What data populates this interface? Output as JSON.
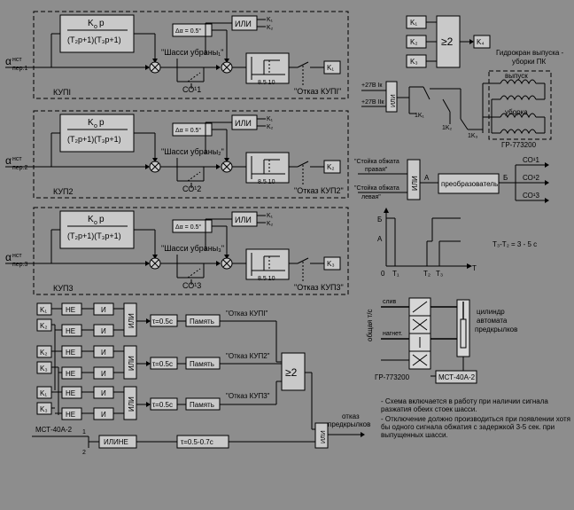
{
  "channels": [
    {
      "input": "α",
      "input_sub": "пер.1",
      "input_sup": "нст",
      "tf_num": "K",
      "tf_num_sub": "о",
      "tf_num_var": "p",
      "tf_den": "(T₂p+1)(T₃p+1)",
      "delta": "Δα = 0.5°",
      "or_label": "ИЛИ",
      "k1": "K₁",
      "k2": "K₂",
      "switch_label": "\"Шасси убраны₁\"",
      "so": "СО¹1",
      "ticks": "8.5  10",
      "fail_label": "\"Отказ КУПІ\"",
      "out_k": "K₁",
      "kup": "КУПІ",
      "or_in1": "K₁",
      "or_in2": "K₂"
    },
    {
      "input": "α",
      "input_sub": "пер.2",
      "input_sup": "нст",
      "tf_num": "K",
      "tf_num_sub": "о",
      "tf_num_var": "p",
      "tf_den": "(T₂p+1)(T₃p+1)",
      "delta": "Δα = 0.5°",
      "or_label": "ИЛИ",
      "k1": "K₁",
      "k2": "K₂",
      "switch_label": "\"Шасси убраны₂\"",
      "so": "СО¹2",
      "ticks": "8.5  10",
      "fail_label": "\"Отказ КУП2\"",
      "out_k": "K₂",
      "kup": "КУП2",
      "or_in1": "K₁",
      "or_in2": "K₂"
    },
    {
      "input": "α",
      "input_sub": "пер.3",
      "input_sup": "нст",
      "tf_num": "K",
      "tf_num_sub": "о",
      "tf_num_var": "p",
      "tf_den": "(T₂p+1)(T₃p+1)",
      "delta": "Δα = 0.5°",
      "or_label": "ИЛИ",
      "k1": "K₁",
      "k2": "K₂",
      "switch_label": "\"Шасси убраны₃\"",
      "so": "СО¹3",
      "ticks": "8.5  10",
      "fail_label": "\"Отказ КУП3\"",
      "out_k": "K₃",
      "kup": "КУП3",
      "or_in1": "K₁",
      "or_in2": "K₂"
    }
  ],
  "majority": {
    "inputs": [
      "K₁",
      "K₂",
      "K₃"
    ],
    "label": "≥2",
    "output": "K₄"
  },
  "hydro": {
    "title_line1": "Гидрокран выпуска -",
    "title_line2": "уборки ПК",
    "v1": "+27В Iк",
    "v2": "+27В IIк",
    "or_label": "ИЛИ",
    "k1": "1K₁",
    "k2": "1K₂",
    "k3": "1K₃",
    "coil1": "выпуск",
    "coil2": "уборка",
    "device": "ГР-773200"
  },
  "converter": {
    "in1_line1": "\"Стойка обжата",
    "in1_line2": "правая\"",
    "in2_line1": "\"Стойка обжата",
    "in2_line2": "левая\"",
    "or_label": "ИЛИ",
    "a": "А",
    "label": "преобразователь",
    "b": "Б",
    "outputs": [
      "СО¹1",
      "СО¹2",
      "СО¹3"
    ]
  },
  "timing": {
    "b": "Б",
    "a": "А",
    "zero": "0",
    "t1": "T₁",
    "t2": "T₂",
    "t3": "T₃",
    "taxis": "T",
    "formula": "T₃-T₂ = 3 - 5 с"
  },
  "logic": {
    "k_inputs": [
      "K₁",
      "K₂",
      "K₃"
    ],
    "ne": "НЕ",
    "and": "И",
    "or": "ИЛИ",
    "delay": "τ=0.5с",
    "memory": "Память",
    "fails": [
      "\"Отказ КУПІ\"",
      "\"Отказ КУП2\"",
      "\"Отказ КУП3\""
    ],
    "major": "≥2",
    "mst": "МСТ-40А-2",
    "n1": "1",
    "n2": "2",
    "orne": "ИЛИНЕ",
    "delay2": "τ=0.5-0.7с",
    "out_line1": "отказ",
    "out_line2": "предкрылков"
  },
  "hydraulics": {
    "left_label": "общая т/с",
    "drain": "слив",
    "pressure": "нагнет.",
    "cyl_line1": "цилиндр",
    "cyl_line2": "автомата",
    "cyl_line3": "предкрылков",
    "device": "ГР-773200",
    "valve": "МСТ-40А-2"
  },
  "notes": [
    "- Схема включается в работу при наличии сигнала",
    "  разжатия обеих стоек шасси.",
    "- Отключение должно производиться при появлении хотя",
    "  бы одного сигнала обжатия с задержкой 3-5 сек. при",
    "  выпущенных шасси."
  ]
}
